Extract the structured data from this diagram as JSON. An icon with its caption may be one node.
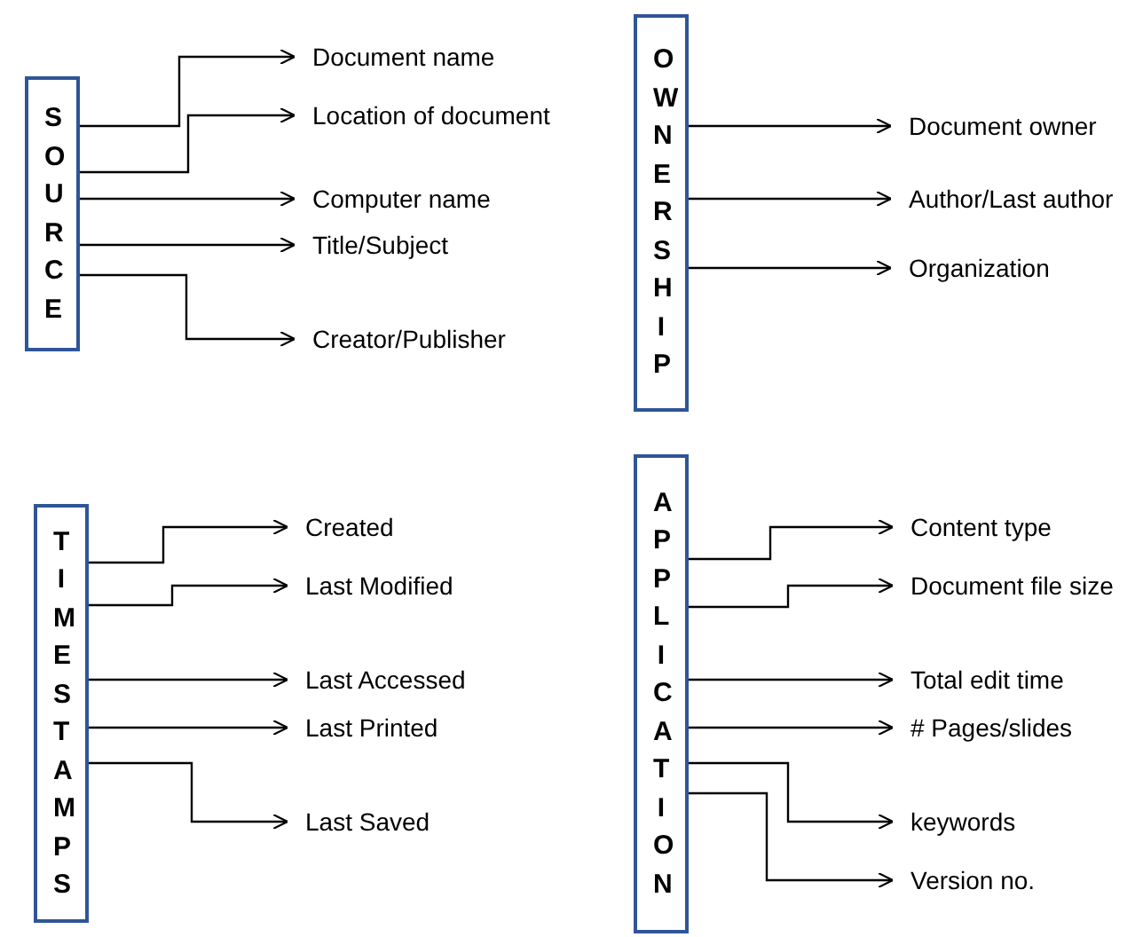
{
  "diagram": {
    "nodes": [
      {
        "text": [
          "SOURCE"
        ]
      },
      {
        "text": [
          "Document name"
        ]
      },
      {
        "text": [
          "Location of document"
        ]
      },
      {
        "text": [
          "Computer name"
        ]
      },
      {
        "text": [
          "Title/Subject"
        ]
      },
      {
        "text": [
          "Creator/Publisher"
        ]
      },
      {
        "text": [
          "OWNERSHIP"
        ]
      },
      {
        "text": [
          "Document owner"
        ]
      },
      {
        "text": [
          "Author/Last author"
        ]
      },
      {
        "text": [
          "Organization"
        ]
      },
      {
        "text": [
          "TIMESTAMPS"
        ]
      },
      {
        "text": [
          "Created"
        ]
      },
      {
        "text": [
          "Last Modified"
        ]
      },
      {
        "text": [
          "Last Accessed"
        ]
      },
      {
        "text": [
          "Last Printed"
        ]
      },
      {
        "text": [
          "Last Saved"
        ]
      },
      {
        "text": [
          "APPLICATION"
        ]
      },
      {
        "text": [
          "Content type"
        ]
      },
      {
        "text": [
          "Document file size"
        ]
      },
      {
        "text": [
          "Total edit time"
        ]
      },
      {
        "text": [
          "# Pages/slides"
        ]
      },
      {
        "text": [
          "keywords"
        ]
      },
      {
        "text": [
          "Version no."
        ]
      }
    ],
    "edges": [
      {
        "from": 0,
        "to": 1,
        "arrow": "to"
      },
      {
        "from": 0,
        "to": 2,
        "arrow": "to"
      },
      {
        "from": 0,
        "to": 3,
        "arrow": "to"
      },
      {
        "from": 0,
        "to": 4,
        "arrow": "to"
      },
      {
        "from": 0,
        "to": 5,
        "arrow": "to"
      },
      {
        "from": 6,
        "to": 7,
        "arrow": "to"
      },
      {
        "from": 6,
        "to": 8,
        "arrow": "to"
      },
      {
        "from": 6,
        "to": 9,
        "arrow": "to"
      },
      {
        "from": 10,
        "to": 11,
        "arrow": "to"
      },
      {
        "from": 10,
        "to": 12,
        "arrow": "to"
      },
      {
        "from": 10,
        "to": 13,
        "arrow": "to"
      },
      {
        "from": 10,
        "to": 14,
        "arrow": "to"
      },
      {
        "from": 10,
        "to": 15,
        "arrow": "to"
      },
      {
        "from": 16,
        "to": 17,
        "arrow": "to"
      },
      {
        "from": 16,
        "to": 18,
        "arrow": "to"
      },
      {
        "from": 16,
        "to": 19,
        "arrow": "to"
      },
      {
        "from": 16,
        "to": 20,
        "arrow": "to"
      },
      {
        "from": 16,
        "to": 21,
        "arrow": "to"
      },
      {
        "from": 16,
        "to": 22,
        "arrow": "to"
      }
    ]
  }
}
